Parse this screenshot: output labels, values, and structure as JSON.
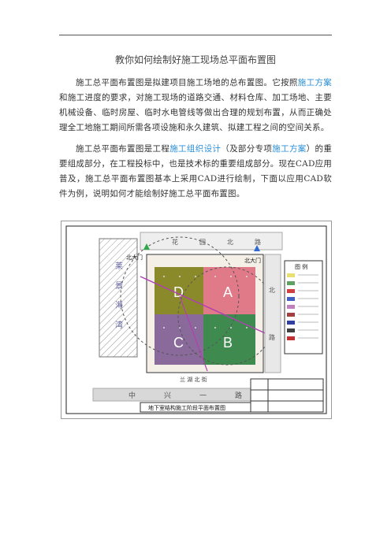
{
  "article": {
    "title": "教你如何绘制好施工现场总平面布置图",
    "p1": {
      "a": "施工总平面布置图是拟建项目施工场地的总布置图。它按照",
      "link1": "施工方案",
      "b": "和施工进度的要求，对施工现场的道路交通、材料仓库、加工场地、主要机械设备、临时房屋、临时水电管线等做出合理的规划布置，从而正确处理全工地施工期间所需各项设施和永久建筑、拟建工程之间的空间关系。"
    },
    "p2": {
      "a": "施工总平面布置图是工程",
      "link1": "施工组织设计",
      "b": "（及部分专项",
      "link2": "施工方案",
      "c": "）的重要组成部分，在工程投标中，也是技术标的重要组成部分。现在CAD应用普及，施工总平面布置图基本上采用CAD进行绘制，下面以应用CAD软件为例，说明如何才能绘制好施工总平面布置图。"
    }
  },
  "figure": {
    "zones": [
      "D",
      "A",
      "C",
      "B"
    ],
    "gate_left": "北大门",
    "gate_right": "北大门",
    "legend_title": "图 例",
    "drawing_title": "地下室结构施工阶段平面布置图",
    "road_left": [
      "莱",
      "景",
      "海",
      "湾"
    ],
    "road_bottom": [
      "中",
      "兴",
      "一",
      "路"
    ],
    "road_right": [
      "北",
      "路"
    ],
    "street_top": [
      "花",
      "园",
      "北",
      "路"
    ],
    "street_inner": "兰 湖 北 街",
    "colors": {
      "zone_d": "#8a8a2a",
      "zone_a": "#e07a88",
      "zone_c": "#8a6a9a",
      "zone_b": "#3f8a4f",
      "road": "#d8d8d8",
      "link": "#2b8fd8"
    }
  }
}
